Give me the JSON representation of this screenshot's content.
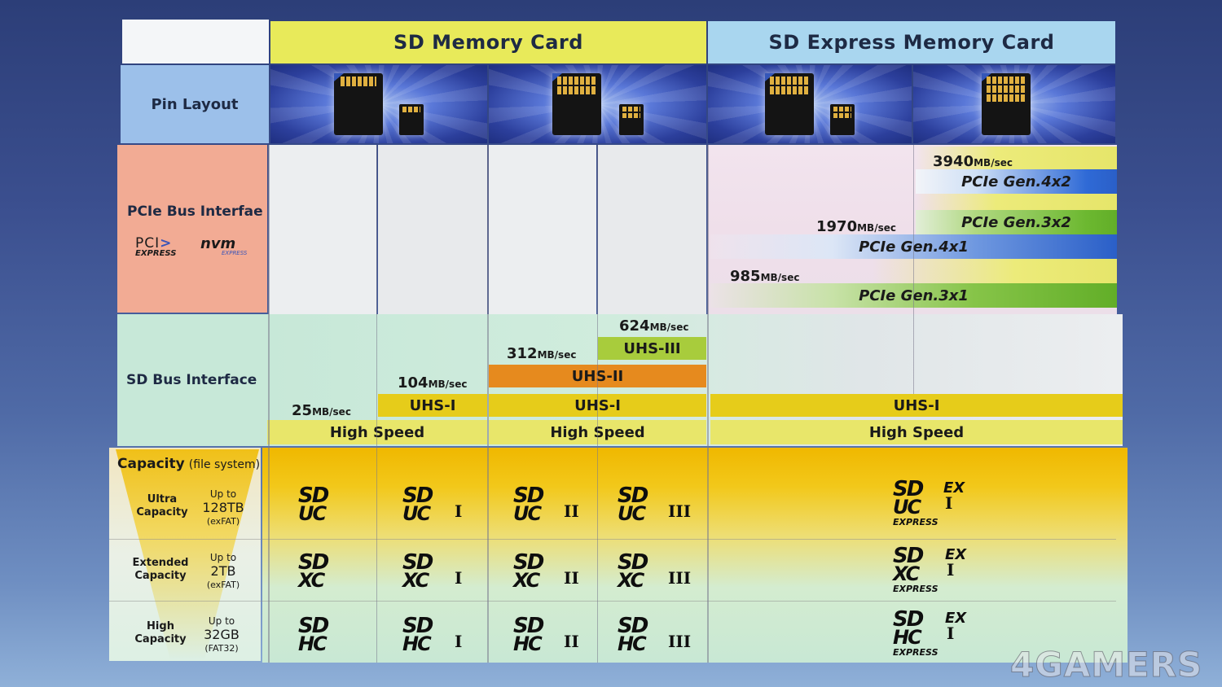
{
  "headers": {
    "sd_memory_card": "SD Memory Card",
    "sd_express_memory_card": "SD Express Memory Card"
  },
  "row_labels": {
    "pin_layout": "Pin Layout",
    "pcie_bus_interface": "PCIe Bus Interfae",
    "sd_bus_interface": "SD Bus Interface",
    "capacity": "Capacity",
    "file_system": "(file system)"
  },
  "pcie_logos": {
    "pci_express_top": "PCI",
    "pci_express_bottom": "EXPRESS",
    "nvm": "nvm",
    "nvm_express": "EXPRESS"
  },
  "pcie_bars": {
    "gen4x2": "PCIe Gen.4x2",
    "gen3x2": "PCIe Gen.3x2",
    "gen4x1": "PCIe Gen.4x1",
    "gen3x1": "PCIe Gen.3x1"
  },
  "pcie_speeds": {
    "s3940": "3940",
    "s1970": "1970",
    "s985": "985",
    "unit": "MB/sec"
  },
  "sd_bars": {
    "uhs3": "UHS-III",
    "uhs2": "UHS-II",
    "uhs1": "UHS-I",
    "high_speed": "High Speed"
  },
  "sd_speeds": {
    "s624": "624",
    "s312": "312",
    "s104": "104",
    "s25": "25",
    "unit": "MB/sec"
  },
  "capacity_rows": [
    {
      "label": "Ultra Capacity",
      "upto": "Up to",
      "size": "128TB",
      "fs": "(exFAT)",
      "cls": "UC"
    },
    {
      "label": "Extended Capacity",
      "upto": "Up to",
      "size": "2TB",
      "fs": "(exFAT)",
      "cls": "XC"
    },
    {
      "label": "High Capacity",
      "upto": "Up to",
      "size": "32GB",
      "fs": "(FAT32)",
      "cls": "HC"
    }
  ],
  "logo_text": {
    "sd": "SD",
    "ex": "EX",
    "express": "EXPRESS",
    "r1": "I",
    "r2": "II",
    "r3": "III"
  },
  "watermark": "4GAMERS"
}
